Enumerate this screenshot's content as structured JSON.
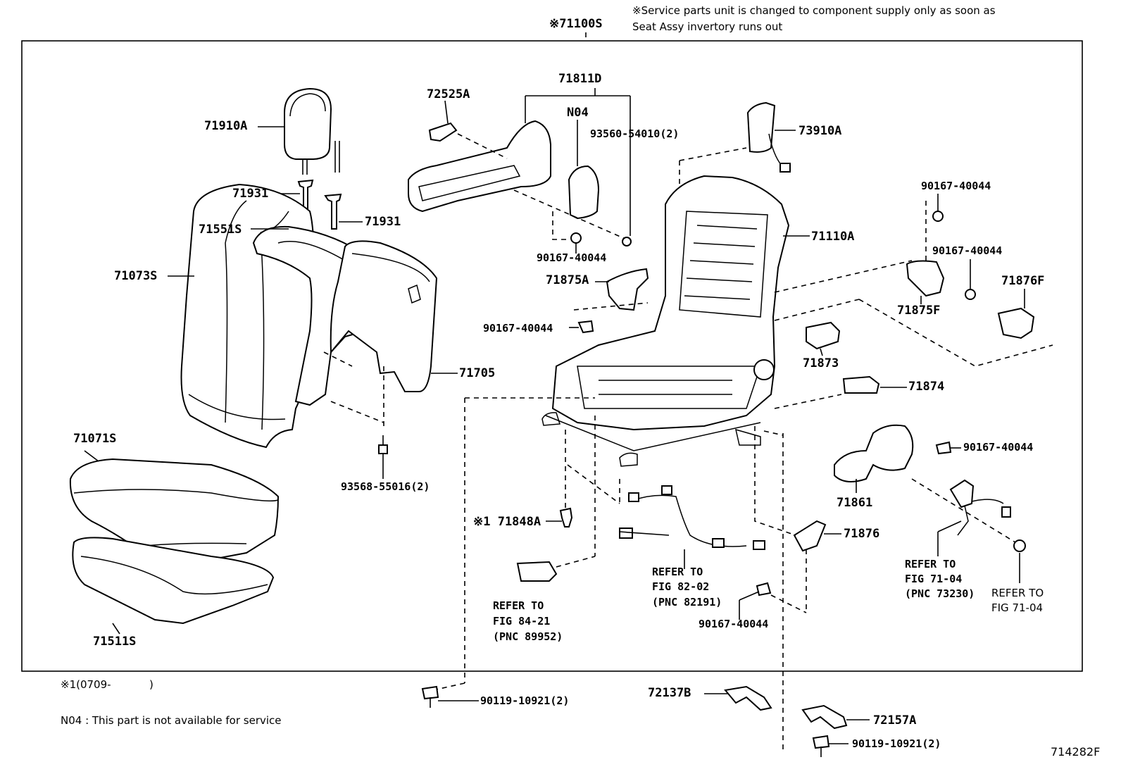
{
  "header": {
    "service_note_1": "※Service parts unit is changed to component supply only as soon as",
    "service_note_2": "Seat Assy invertory runs out",
    "assembly_label": "※71100S"
  },
  "footer": {
    "note_x1": "※1(0709-",
    "note_x1_close": ")",
    "note_n04": "N04 : This part is not available for service",
    "figure_id": "714282F"
  },
  "parts": {
    "p71910A": "71910A",
    "p71931a": "71931",
    "p71931b": "71931",
    "p71551S": "71551S",
    "p71073S": "71073S",
    "p71705": "71705",
    "p93568": "93568-55016(2)",
    "p71071S": "71071S",
    "p71511S": "71511S",
    "p72525A": "72525A",
    "p71811D": "71811D",
    "pN04": "N04",
    "p93560": "93560-54010(2)",
    "p90167a": "90167-40044",
    "p71875A": "71875A",
    "p90167b": "90167-40044",
    "p73910A": "73910A",
    "p71110A": "71110A",
    "p90167c": "90167-40044",
    "p90167d": "90167-40044",
    "p71876F": "71876F",
    "p71875F": "71875F",
    "p71873": "71873",
    "p71874": "71874",
    "p90167e": "90167-40044",
    "p71861": "71861",
    "p71848A": "※1 71848A",
    "p71876": "71876",
    "p90167f": "90167-40044",
    "p72137B": "72137B",
    "p72157A": "72157A",
    "p90119a": "90119-10921(2)",
    "p90119b": "90119-10921(2)"
  },
  "refer": {
    "r84_1": "REFER TO",
    "r84_2": "FIG 84-21",
    "r84_3": "(PNC 89952)",
    "r82_1": "REFER TO",
    "r82_2": "FIG 82-02",
    "r82_3": "(PNC 82191)",
    "r71a_1": "REFER TO",
    "r71a_2": "FIG 71-04",
    "r71a_3": "(PNC 73230)",
    "r71b_1": "REFER TO",
    "r71b_2": "FIG 71-04"
  }
}
